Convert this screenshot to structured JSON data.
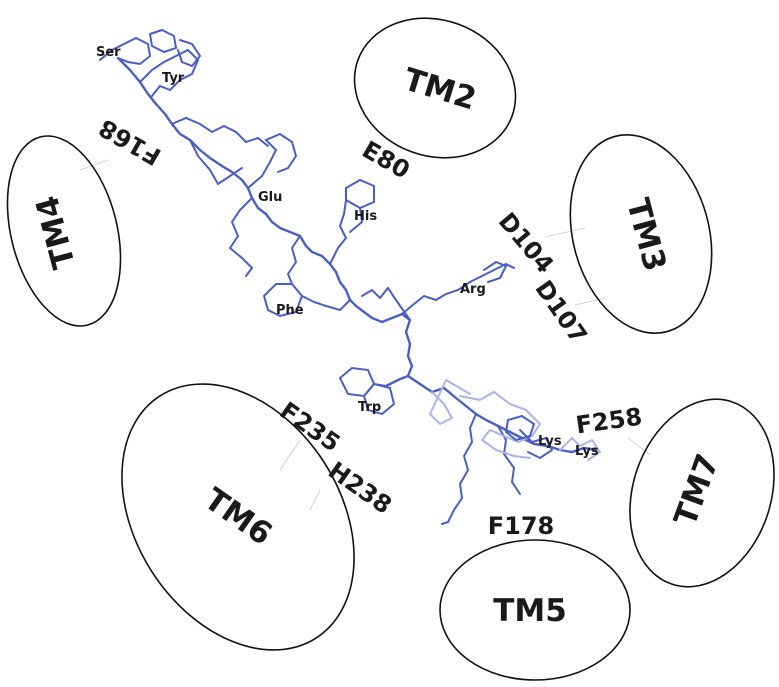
{
  "colors": {
    "molecule": "#4a5fc4",
    "molecule_faded": "#aab4e6",
    "helix_outline": "#111111",
    "text": "#1a1a1a",
    "leader": "#c8c8c8"
  },
  "helices": [
    {
      "id": "tm2",
      "label": "TM2"
    },
    {
      "id": "tm3",
      "label": "TM3"
    },
    {
      "id": "tm4",
      "label": "TM4"
    },
    {
      "id": "tm5",
      "label": "TM5"
    },
    {
      "id": "tm6",
      "label": "TM6"
    },
    {
      "id": "tm7",
      "label": "TM7"
    }
  ],
  "receptor_residues": [
    {
      "id": "f168",
      "label": "F168"
    },
    {
      "id": "e80",
      "label": "E80"
    },
    {
      "id": "d104",
      "label": "D104"
    },
    {
      "id": "d107",
      "label": "D107"
    },
    {
      "id": "f258",
      "label": "F258"
    },
    {
      "id": "f235",
      "label": "F235"
    },
    {
      "id": "h238",
      "label": "H238"
    },
    {
      "id": "f178",
      "label": "F178"
    }
  ],
  "peptide_residues": [
    {
      "id": "ser",
      "label": "Ser"
    },
    {
      "id": "tyr",
      "label": "Tyr"
    },
    {
      "id": "glu",
      "label": "Glu"
    },
    {
      "id": "his",
      "label": "His"
    },
    {
      "id": "arg",
      "label": "Arg"
    },
    {
      "id": "phe",
      "label": "Phe"
    },
    {
      "id": "trp",
      "label": "Trp"
    },
    {
      "id": "lys1",
      "label": "Lys"
    },
    {
      "id": "lys2",
      "label": "Lys"
    }
  ]
}
